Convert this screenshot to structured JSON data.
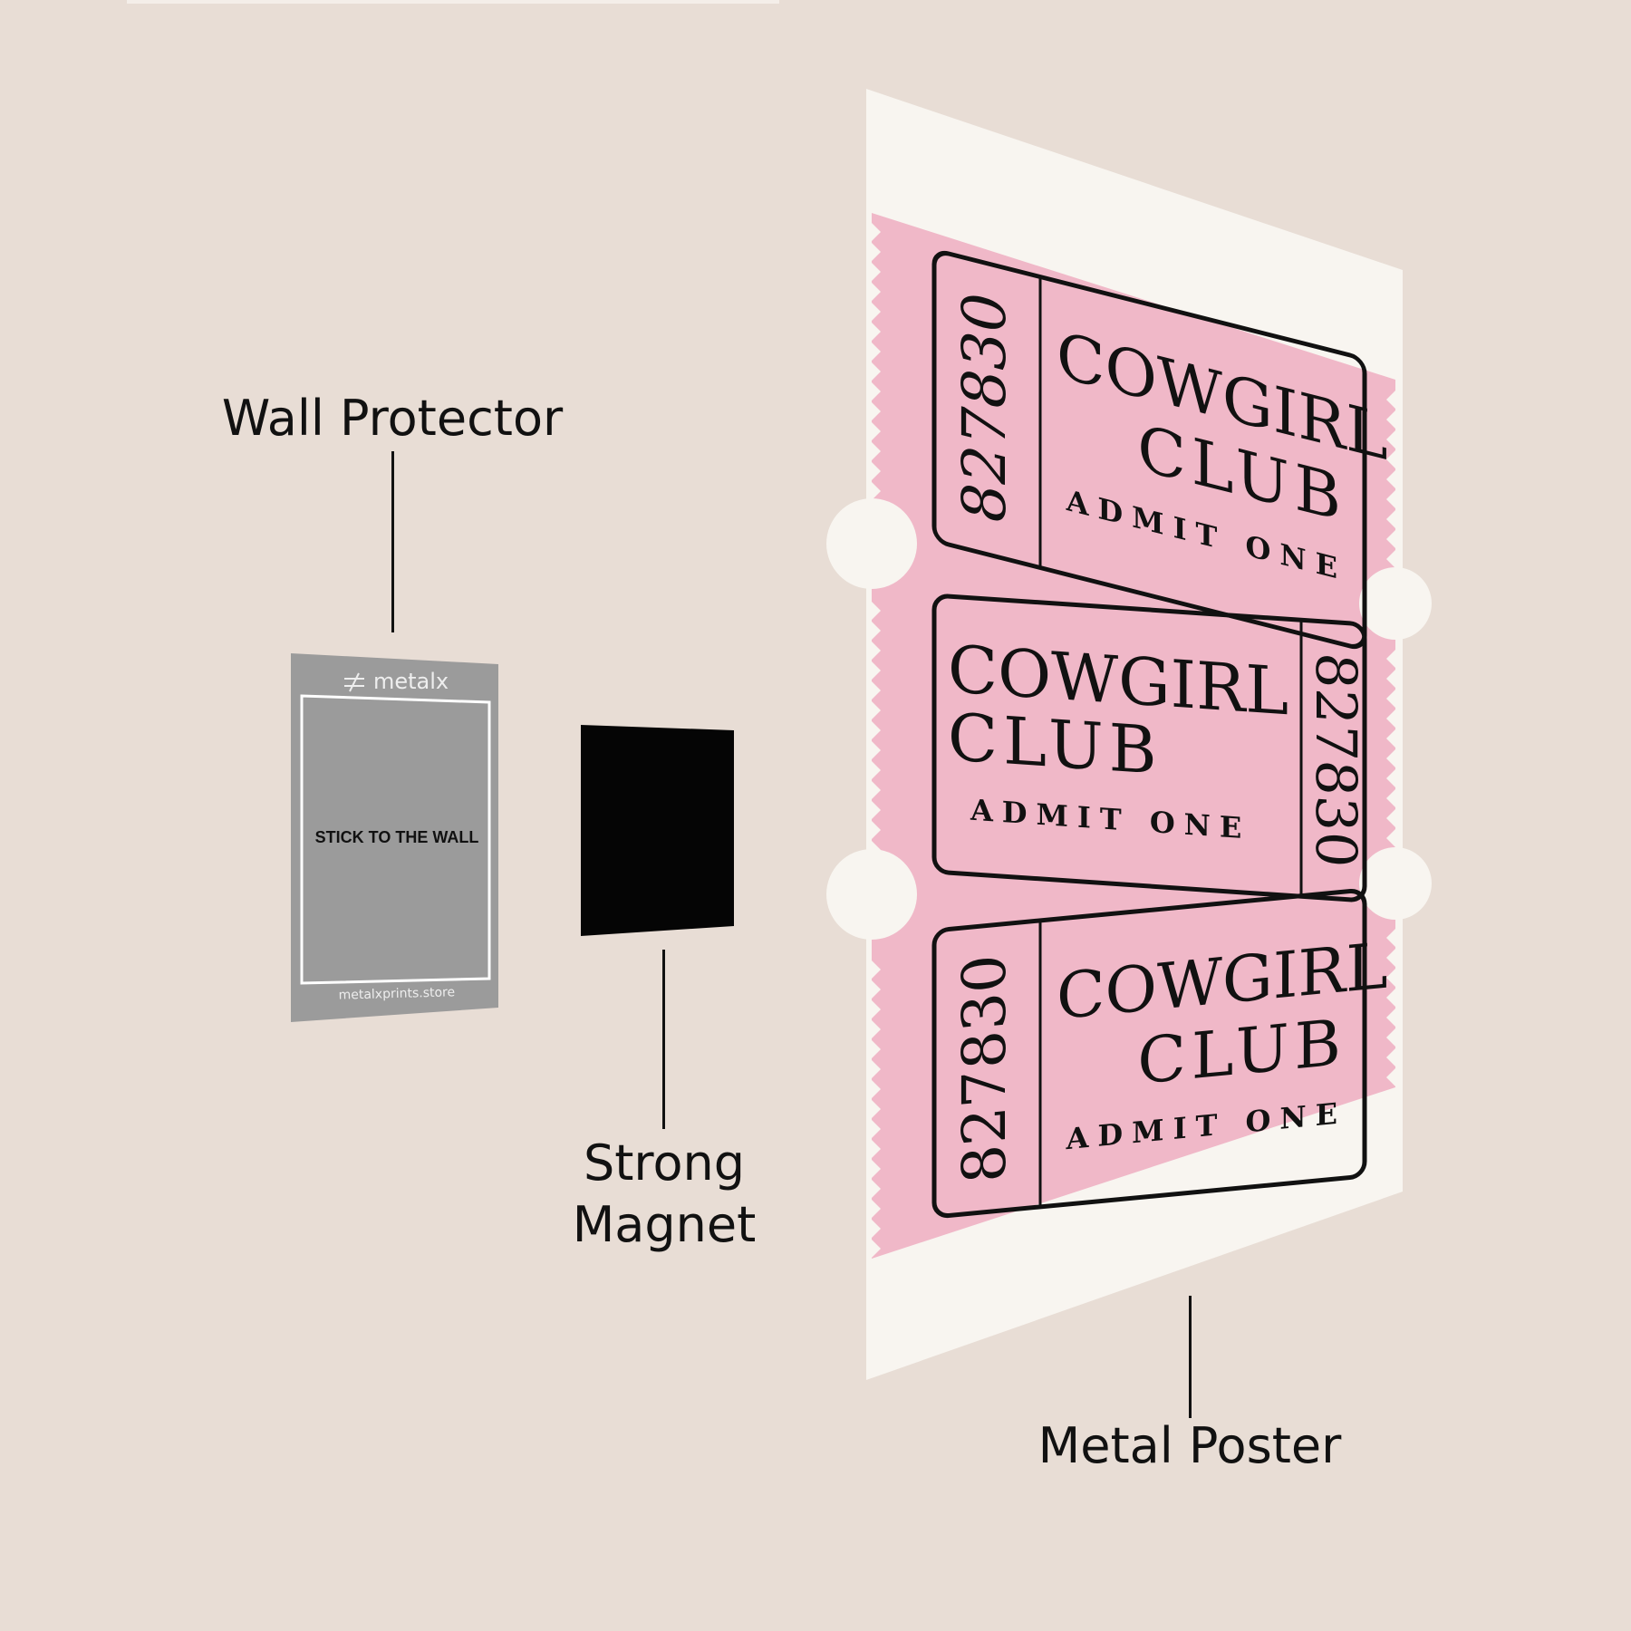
{
  "labels": {
    "wall_protector": "Wall Protector",
    "strong_magnet_line1": "Strong",
    "strong_magnet_line2": "Magnet",
    "metal_poster": "Metal Poster"
  },
  "protector": {
    "brand": "metalx",
    "instruction": "STICK TO THE WALL",
    "website": "metalxprints.store"
  },
  "tickets": [
    {
      "number": "827830",
      "title_line1": "COWGIRL",
      "title_line2": "CLUB",
      "subtitle": "ADMIT ONE"
    },
    {
      "number": "827830",
      "title_line1": "COWGIRL",
      "title_line2": "CLUB",
      "subtitle": "ADMIT ONE"
    },
    {
      "number": "827830",
      "title_line1": "COWGIRL",
      "title_line2": "CLUB",
      "subtitle": "ADMIT ONE"
    }
  ],
  "colors": {
    "background": "#e8ddd5",
    "poster": "#f8f5f0",
    "ticket_pink": "#f0b8c8",
    "protector_gray": "#9b9b9b",
    "magnet": "#000000"
  }
}
